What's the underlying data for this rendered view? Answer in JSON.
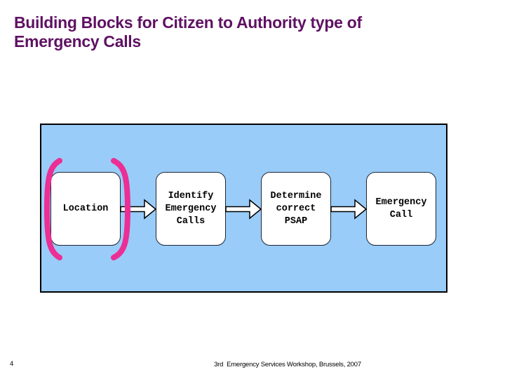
{
  "slide": {
    "title": {
      "line1": "Building Blocks for Citizen to Authority type of",
      "line2": "Emergency Calls"
    },
    "footer": {
      "page_number": "4",
      "caption": "3rd  Emergency Services Workshop, Brussels, 2007"
    }
  },
  "diagram": {
    "panel_background_color": "#99CCF8",
    "panel_border_color": "#000000",
    "box_fill_color": "#FFFFFF",
    "box_border_color": "#1F2633",
    "bracket_color": "#EC2E95",
    "title_color": "#5F1163",
    "boxes": [
      {
        "id": "location",
        "label": "Location",
        "bracketed": true
      },
      {
        "id": "identify-emergency-calls",
        "label": "Identify\nEmergency\nCalls",
        "bracketed": false
      },
      {
        "id": "determine-correct-psap",
        "label": "Determine\ncorrect\nPSAP",
        "bracketed": false
      },
      {
        "id": "emergency-call",
        "label": "Emergency\nCall",
        "bracketed": false
      }
    ]
  }
}
